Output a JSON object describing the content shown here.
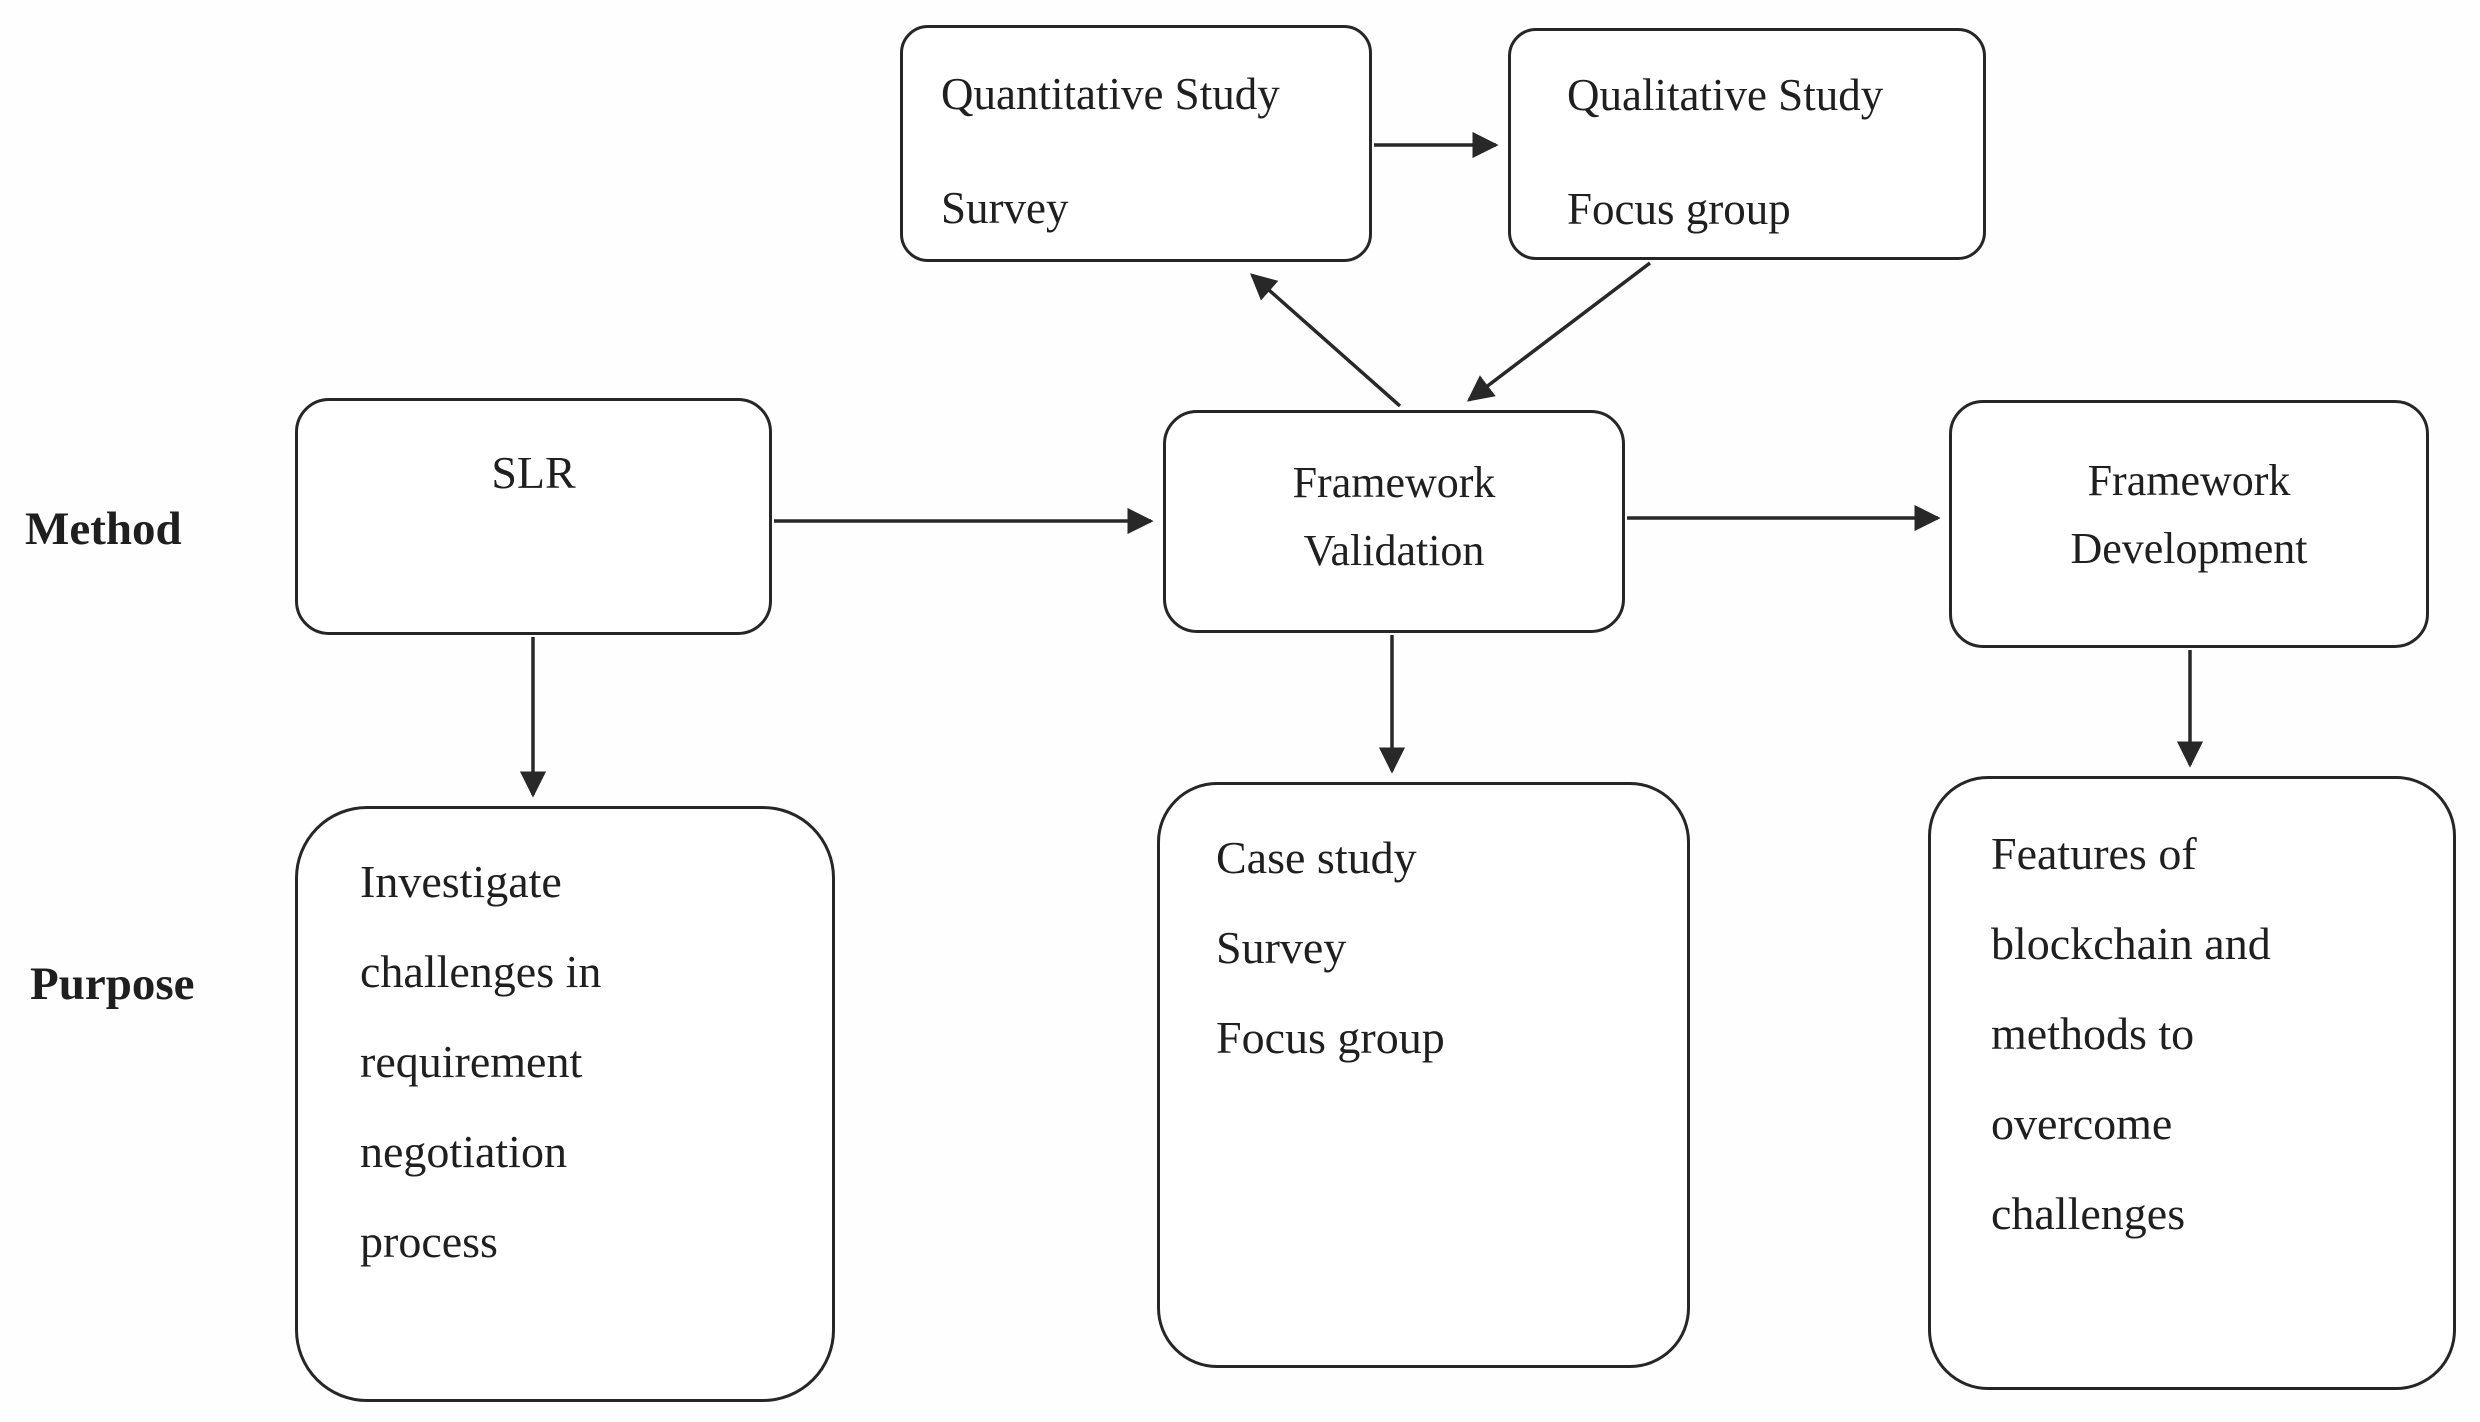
{
  "figure": {
    "row_labels": {
      "method": "Method",
      "purpose": "Purpose"
    },
    "top_row": {
      "quantitative_study": {
        "title": "Quantitative Study",
        "method": "Survey"
      },
      "qualitative_study": {
        "title": "Qualitative Study",
        "method": "Focus group"
      }
    },
    "method_row": {
      "slr": {
        "title": "SLR"
      },
      "framework_validation": {
        "line1": "Framework",
        "line2": "Validation"
      },
      "framework_development": {
        "line1": "Framework",
        "line2": "Development"
      }
    },
    "purpose_row": {
      "slr_purpose": {
        "lines": [
          "Investigate",
          "challenges in",
          "requirement",
          "negotiation",
          "process"
        ]
      },
      "validation_purpose": {
        "lines": [
          "Case study",
          "Survey",
          "Focus group"
        ]
      },
      "development_purpose": {
        "lines": [
          "Features of",
          "blockchain and",
          "methods to",
          "overcome",
          "challenges"
        ]
      }
    },
    "colors": {
      "line": "#282828",
      "text": "#1f1f1f",
      "background": "#ffffff"
    }
  }
}
